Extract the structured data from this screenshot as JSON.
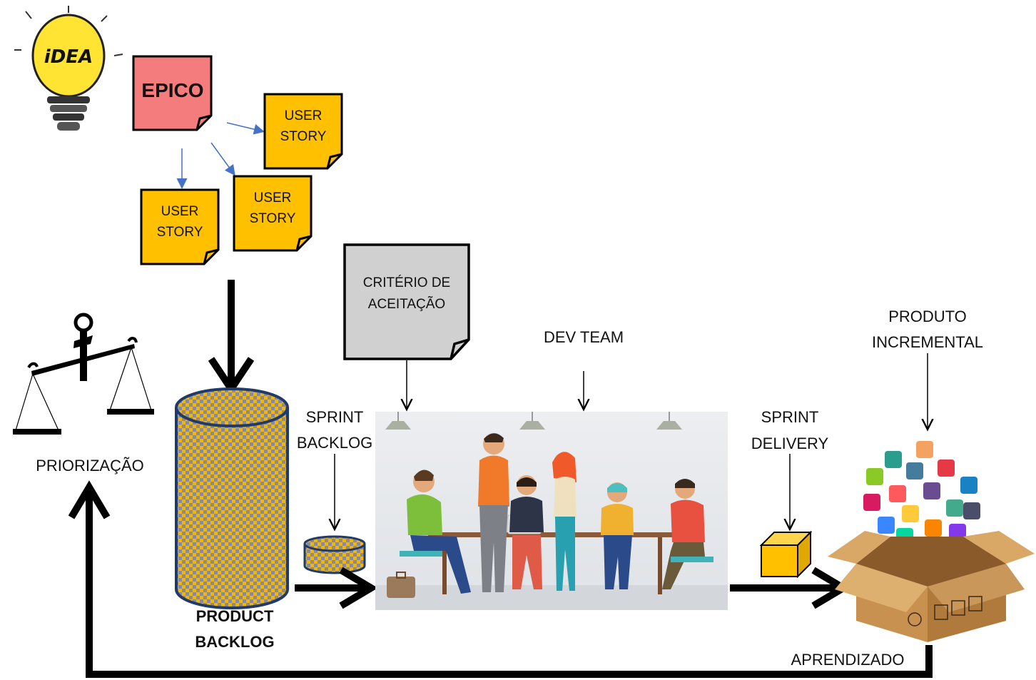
{
  "idea": {
    "label": "iDEA"
  },
  "epic": {
    "label": "EPICO"
  },
  "user_stories": [
    {
      "line1": "USER",
      "line2": "STORY"
    },
    {
      "line1": "USER",
      "line2": "STORY"
    },
    {
      "line1": "USER",
      "line2": "STORY"
    }
  ],
  "acceptance_criteria": {
    "line1": "CRITÉRIO DE",
    "line2": "ACEITAÇÃO"
  },
  "prioritization": {
    "label": "PRIORIZAÇÃO"
  },
  "product_backlog": {
    "line1": "PRODUCT",
    "line2": "BACKLOG"
  },
  "sprint_backlog": {
    "line1": "SPRINT",
    "line2": "BACKLOG"
  },
  "dev_team": {
    "label": "DEV TEAM"
  },
  "sprint_delivery": {
    "line1": "SPRINT",
    "line2": "DELIVERY"
  },
  "incremental_product": {
    "line1": "PRODUTO",
    "line2": "INCREMENTAL"
  },
  "learning": {
    "label": "APRENDIZADO"
  },
  "colors": {
    "epic": "#f47c7c",
    "user_story": "#ffc000",
    "acceptance": "#d0d0d0",
    "backlog": "#f2b705",
    "arrow": "#000000",
    "small_arrow": "#4472c4"
  }
}
